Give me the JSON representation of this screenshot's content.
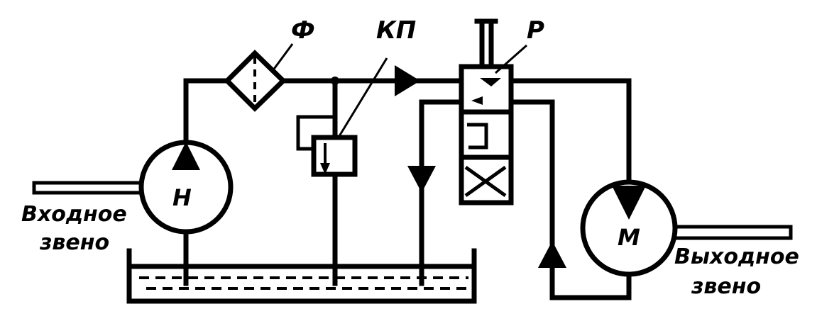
{
  "labels": {
    "filter": "Ф",
    "relief_valve": "КП",
    "distributor": "Р",
    "pump": "Н",
    "motor": "М",
    "input_line1": "Входное",
    "input_line2": "звено",
    "output_line1": "Выходное",
    "output_line2": "звено"
  }
}
